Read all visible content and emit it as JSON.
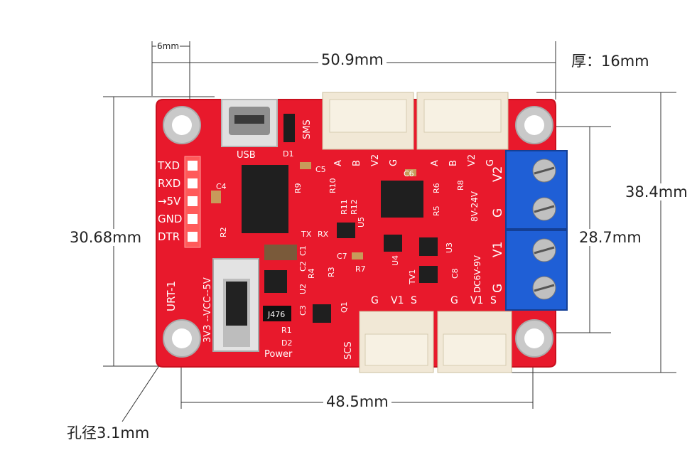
{
  "dimensions": {
    "hole_spacing_width": "50.9mm",
    "header_offset": "6mm",
    "thickness": "厚：16mm",
    "board_height": "38.4mm",
    "hole_spacing_height_right": "28.7mm",
    "hole_spacing_height_left": "30.68mm",
    "hole_spacing_bottom": "48.5mm",
    "hole_diameter": "孔径3.1mm"
  },
  "board": {
    "usb": "USB",
    "sms": "SMS",
    "scs": "SCS",
    "model": "URT-1",
    "switch_label": "3V3 --VCC--5V",
    "power": "Power",
    "dc_high": "8V-24V",
    "dc_low": "DC6V-9V",
    "pins_left": [
      "TXD",
      "RXD",
      "→5V",
      "GND",
      "DTR"
    ],
    "sms_pins": [
      "G",
      "V2",
      "B",
      "A"
    ],
    "sms_pins_2": [
      "G",
      "V2",
      "B",
      "A"
    ],
    "terminal_v2": [
      "V2",
      "G"
    ],
    "terminal_v1": [
      "V1",
      "G"
    ],
    "scs_pins": [
      "G",
      "V1",
      "S"
    ],
    "scs_pins_2": [
      "G",
      "V1",
      "S"
    ],
    "components": {
      "d1": "D1",
      "c5": "C5",
      "c4": "C4",
      "r2": "R2",
      "r9": "R9",
      "r10": "R10",
      "r11": "R11",
      "r12": "R12",
      "tx": "TX",
      "rx": "RX",
      "u5": "U5",
      "c6": "C6",
      "r6": "R6",
      "r8": "R8",
      "r5": "R5",
      "c7": "C7",
      "r7": "R7",
      "u4": "U4",
      "u3": "U3",
      "tv1": "TV1",
      "c8": "C8",
      "c1": "C1",
      "c2": "C2",
      "r4": "R4",
      "r3": "R3",
      "u2": "U2",
      "c3": "C3",
      "q1": "Q1",
      "j476": "J476",
      "r1": "R1",
      "d2": "D2"
    }
  },
  "colors": {
    "board": "#e8192c",
    "terminal": "#1f5fd6",
    "connector": "#f1e8d6"
  }
}
